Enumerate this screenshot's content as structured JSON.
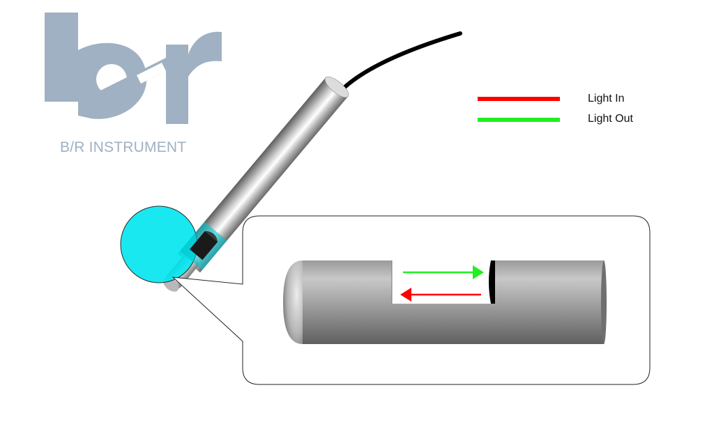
{
  "logo": {
    "text": "B/R INSTRUMENT",
    "color": "#9fb1c2"
  },
  "legend": {
    "items": [
      {
        "label": "Light In",
        "color": "#ff0000"
      },
      {
        "label": "Light Out",
        "color": "#22ee22"
      }
    ]
  },
  "colors": {
    "magnifier": "#00e5ef",
    "cable": "#000000",
    "probe_body": "#a9a9a9"
  }
}
